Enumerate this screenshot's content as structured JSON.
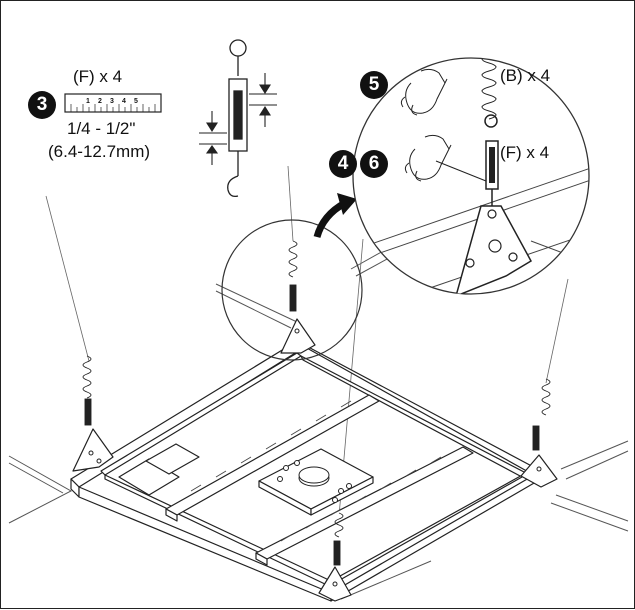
{
  "callout_left": {
    "step": "3",
    "qty": "(F) x 4",
    "range_in": "1/4 - 1/2\"",
    "range_mm": "(6.4-12.7mm)",
    "ruler_digits": [
      "1",
      "2",
      "3",
      "4",
      "5"
    ]
  },
  "callout_circle": {
    "steps": [
      "5",
      "4",
      "6"
    ],
    "label_b": "(B) x 4",
    "label_f": "(F) x 4"
  },
  "colors": {
    "ink": "#222222",
    "step_fill": "#111111",
    "paper": "#ffffff",
    "ceiling": "#d7d7d7"
  }
}
